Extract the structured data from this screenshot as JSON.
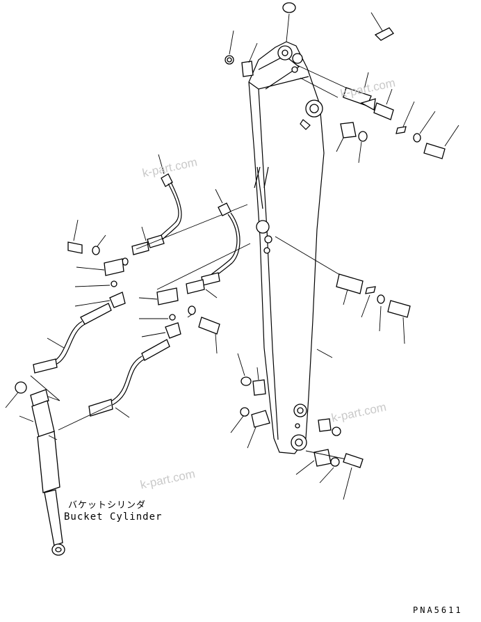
{
  "labels": {
    "part_name_jp": "バケットシリンダ",
    "part_name_en": "Bucket Cylinder",
    "diagram_code": "PNA5611"
  },
  "watermarks": [
    "k-part.com",
    "k-part.com",
    "k-part.com",
    "k-part.com"
  ],
  "colors": {
    "line": "#000000",
    "watermark": "#c9c9c9",
    "background": "#ffffff"
  }
}
